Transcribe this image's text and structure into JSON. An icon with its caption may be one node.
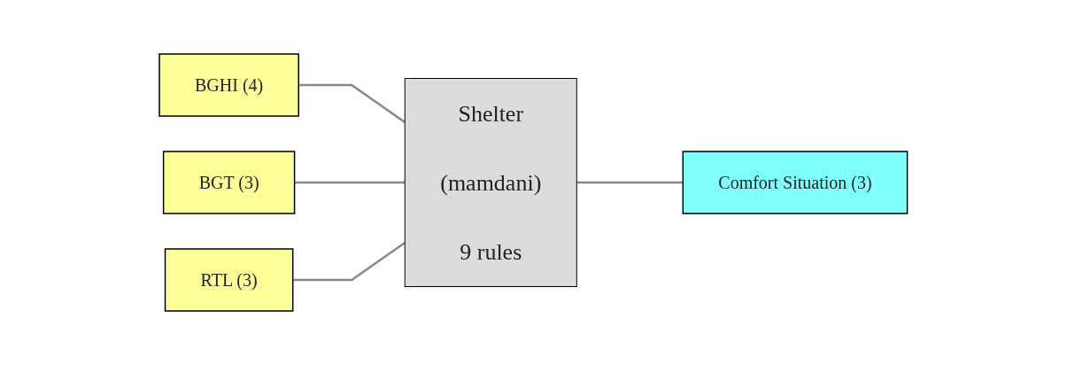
{
  "diagram": {
    "nodes": [
      {
        "text": [
          "BGHI (4)"
        ]
      },
      {
        "text": [
          "BGT (3)"
        ]
      },
      {
        "text": [
          "RTL (3)"
        ]
      },
      {
        "text": [
          "Shelter",
          "(mamdani)",
          "9 rules"
        ]
      },
      {
        "text": [
          "Comfort Situation (3)"
        ]
      }
    ],
    "edges": [
      {
        "from": 0,
        "to": 3,
        "arrow": "none"
      },
      {
        "from": 1,
        "to": 3,
        "arrow": "none"
      },
      {
        "from": 2,
        "to": 3,
        "arrow": "none"
      },
      {
        "from": 3,
        "to": 4,
        "arrow": "none"
      }
    ]
  }
}
